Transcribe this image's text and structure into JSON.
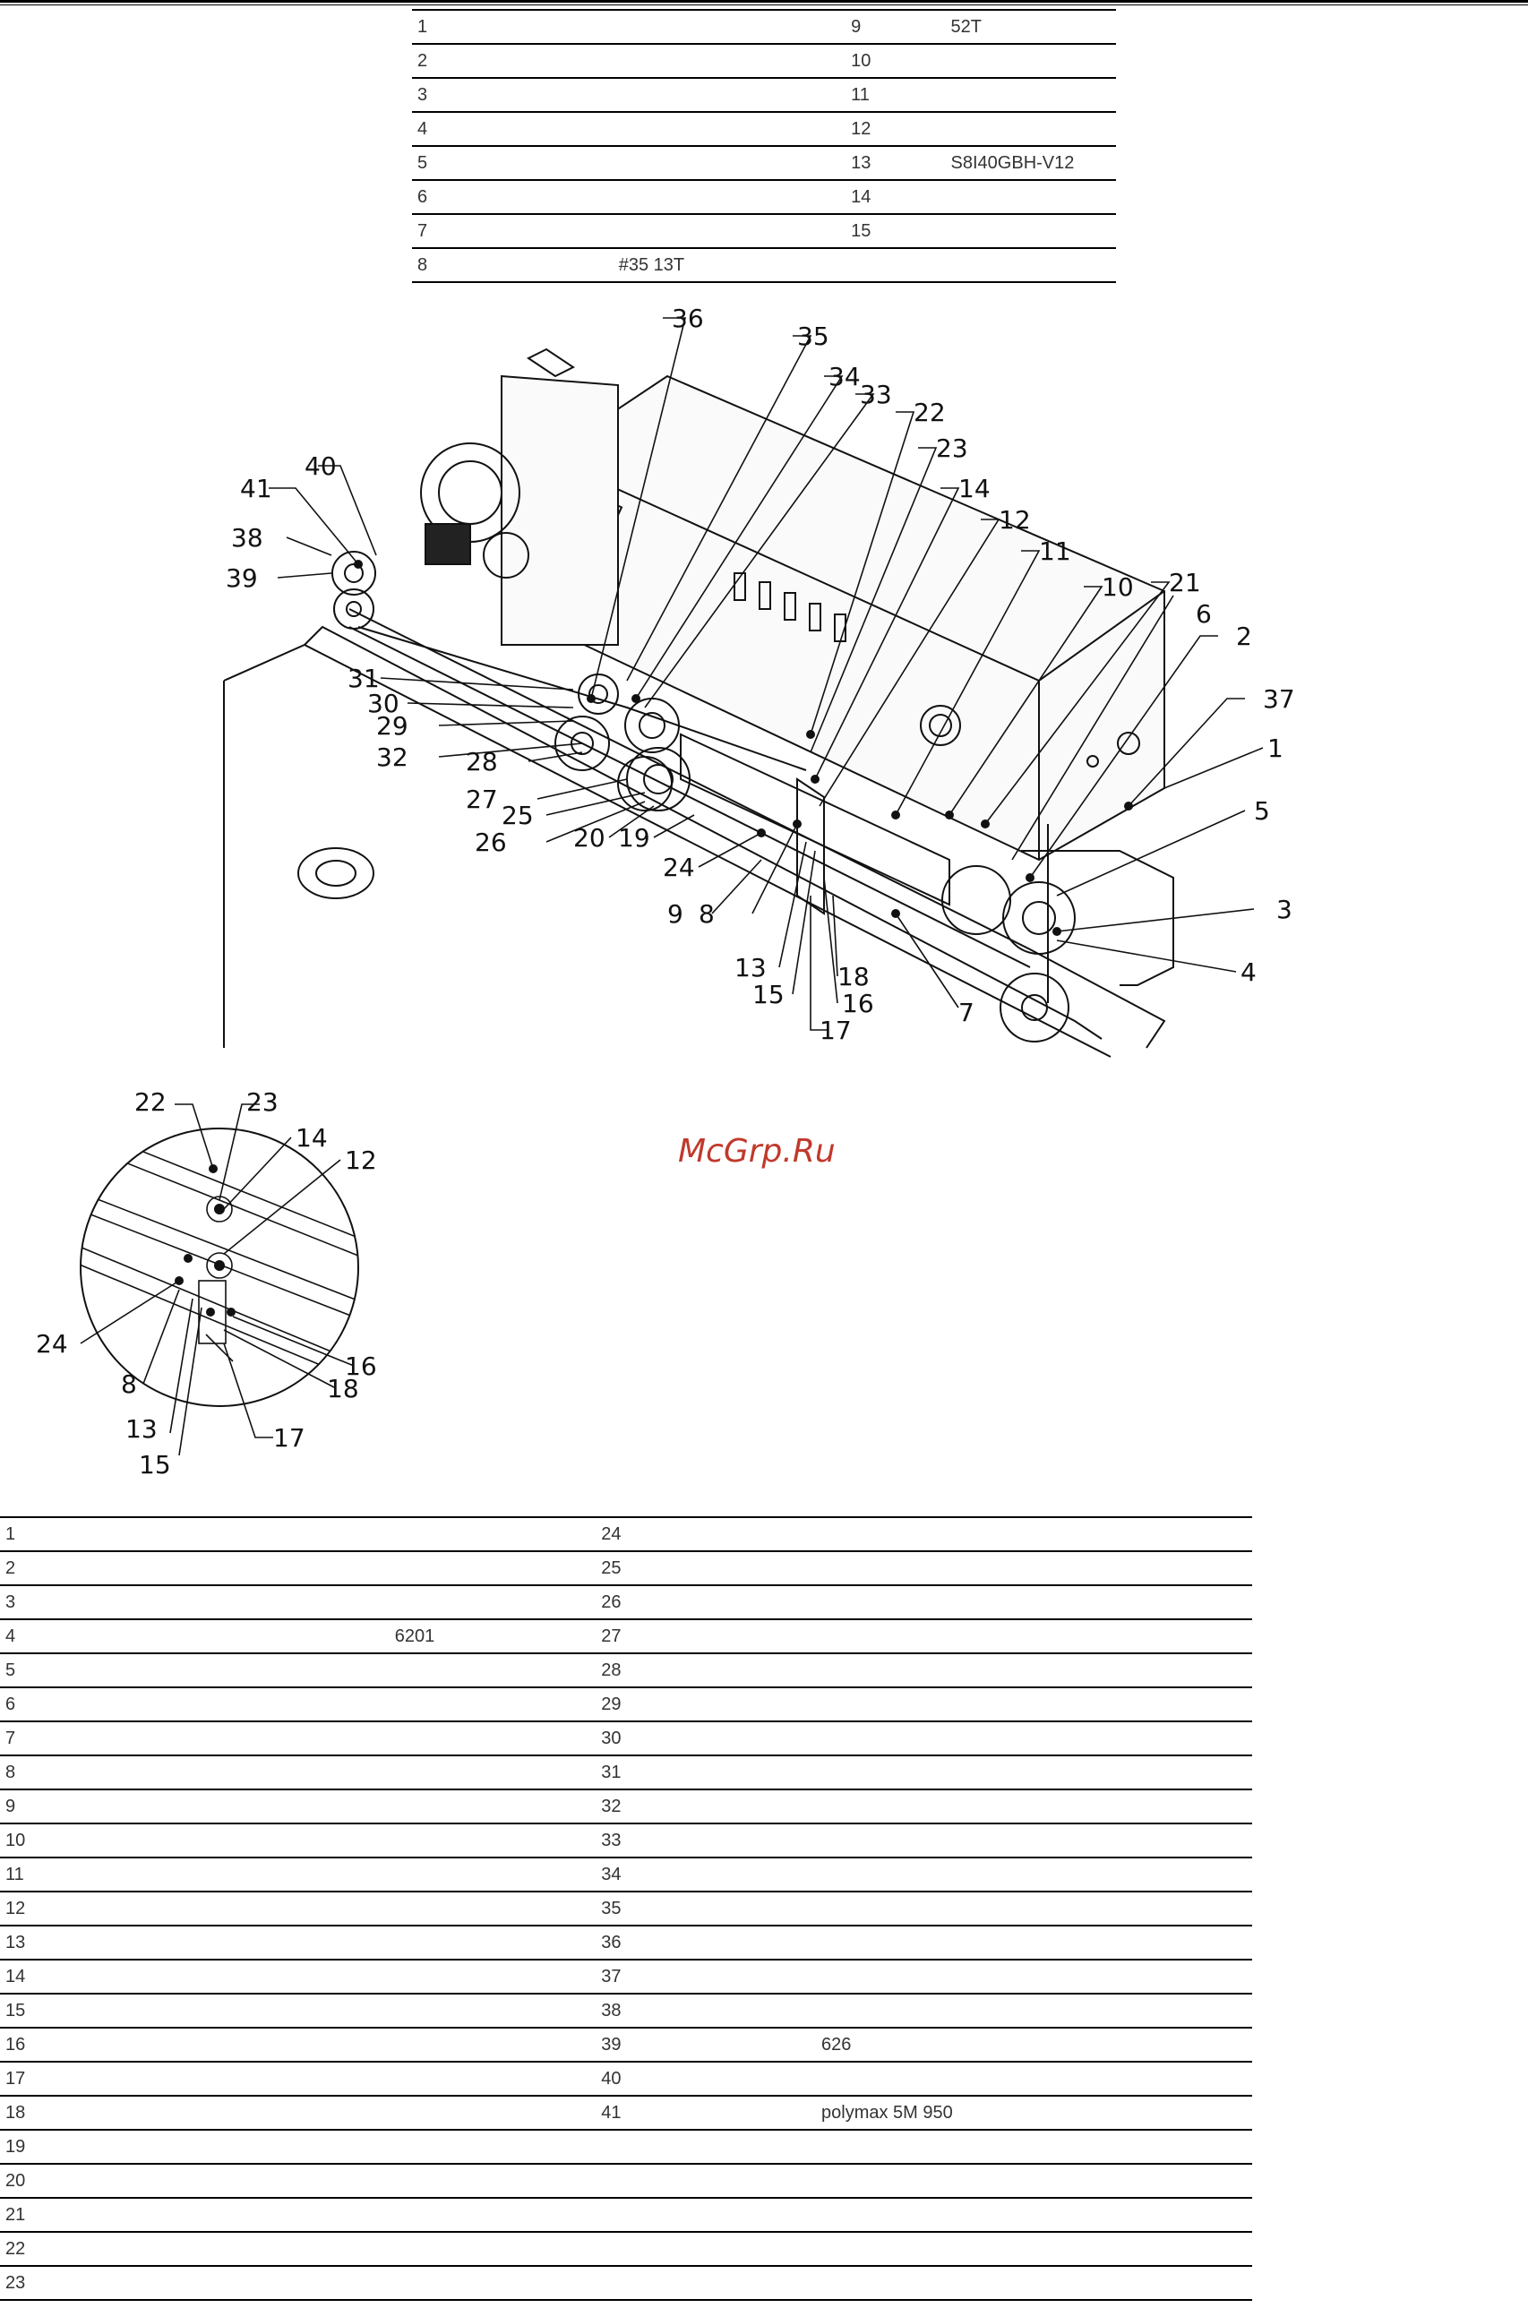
{
  "top_table": {
    "rows": [
      {
        "n1": "1",
        "d1": "",
        "n2": "9",
        "d2": "52T"
      },
      {
        "n1": "2",
        "d1": "",
        "n2": "10",
        "d2": ""
      },
      {
        "n1": "3",
        "d1": "",
        "n2": "11",
        "d2": ""
      },
      {
        "n1": "4",
        "d1": "",
        "n2": "12",
        "d2": ""
      },
      {
        "n1": "5",
        "d1": "",
        "n2": "13",
        "d2": "S8I40GBH-V12"
      },
      {
        "n1": "6",
        "d1": "",
        "n2": "14",
        "d2": ""
      },
      {
        "n1": "7",
        "d1": "",
        "n2": "15",
        "d2": ""
      },
      {
        "n1": "8",
        "d1": "#35 13T",
        "n2": "",
        "d2": ""
      }
    ]
  },
  "main_callouts": [
    "36",
    "35",
    "34",
    "33",
    "22",
    "23",
    "14",
    "12",
    "11",
    "10",
    "21",
    "6",
    "2",
    "37",
    "1",
    "5",
    "3",
    "4",
    "41",
    "40",
    "38",
    "39",
    "31",
    "30",
    "29",
    "32",
    "28",
    "27",
    "25",
    "26",
    "20",
    "19",
    "24",
    "9",
    "8",
    "13",
    "15",
    "17",
    "16",
    "18",
    "7"
  ],
  "detail_callouts": [
    "22",
    "23",
    "14",
    "12",
    "24",
    "8",
    "13",
    "15",
    "16",
    "18",
    "17"
  ],
  "watermark": "McGrp.Ru",
  "bottom_table": {
    "rows": [
      {
        "n1": "1",
        "d1": "",
        "n2": "24",
        "d2": ""
      },
      {
        "n1": "2",
        "d1": "",
        "n2": "25",
        "d2": ""
      },
      {
        "n1": "3",
        "d1": "",
        "n2": "26",
        "d2": ""
      },
      {
        "n1": "4",
        "d1": "6201",
        "n2": "27",
        "d2": ""
      },
      {
        "n1": "5",
        "d1": "",
        "n2": "28",
        "d2": ""
      },
      {
        "n1": "6",
        "d1": "",
        "n2": "29",
        "d2": ""
      },
      {
        "n1": "7",
        "d1": "",
        "n2": "30",
        "d2": ""
      },
      {
        "n1": "8",
        "d1": "",
        "n2": "31",
        "d2": ""
      },
      {
        "n1": "9",
        "d1": "",
        "n2": "32",
        "d2": ""
      },
      {
        "n1": "10",
        "d1": "",
        "n2": "33",
        "d2": ""
      },
      {
        "n1": "11",
        "d1": "",
        "n2": "34",
        "d2": ""
      },
      {
        "n1": "12",
        "d1": "",
        "n2": "35",
        "d2": ""
      },
      {
        "n1": "13",
        "d1": "",
        "n2": "36",
        "d2": ""
      },
      {
        "n1": "14",
        "d1": "",
        "n2": "37",
        "d2": ""
      },
      {
        "n1": "15",
        "d1": "",
        "n2": "38",
        "d2": ""
      },
      {
        "n1": "16",
        "d1": "",
        "n2": "39",
        "d2": "626"
      },
      {
        "n1": "17",
        "d1": "",
        "n2": "40",
        "d2": ""
      },
      {
        "n1": "18",
        "d1": "",
        "n2": "41",
        "d2": "polymax 5M 950"
      },
      {
        "n1": "19",
        "d1": "",
        "n2": "",
        "d2": ""
      },
      {
        "n1": "20",
        "d1": "",
        "n2": "",
        "d2": ""
      },
      {
        "n1": "21",
        "d1": "",
        "n2": "",
        "d2": ""
      },
      {
        "n1": "22",
        "d1": "",
        "n2": "",
        "d2": ""
      },
      {
        "n1": "23",
        "d1": "",
        "n2": "",
        "d2": ""
      }
    ]
  }
}
